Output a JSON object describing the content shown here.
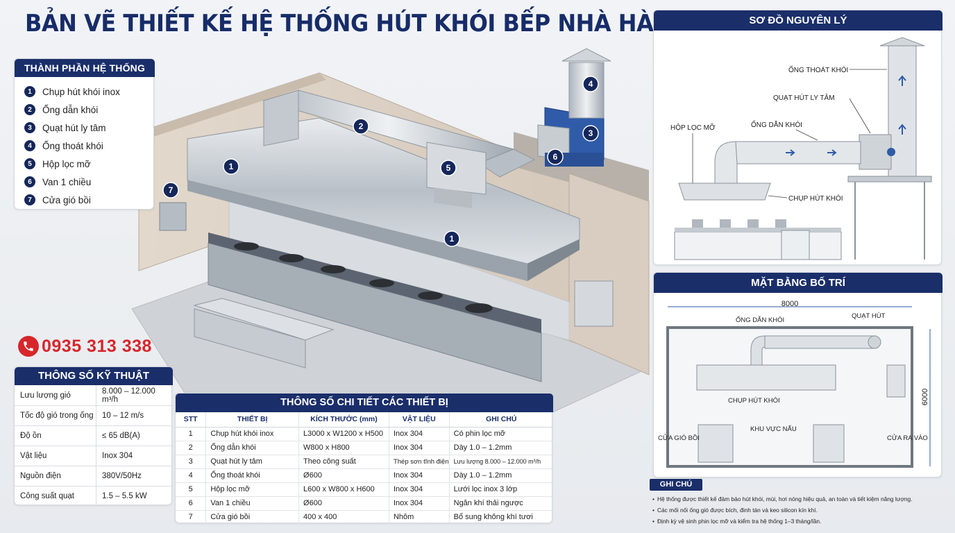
{
  "title": "BẢN VẼ THIẾT KẾ HỆ THỐNG HÚT KHÓI BẾP NHÀ HÀNG",
  "components": {
    "heading": "THÀNH PHẦN HỆ THỐNG",
    "items": [
      {
        "num": "1",
        "label": "Chụp hút khói inox"
      },
      {
        "num": "2",
        "label": "Ống dẫn khói"
      },
      {
        "num": "3",
        "label": "Quạt hút ly tâm"
      },
      {
        "num": "4",
        "label": "Ống thoát khói"
      },
      {
        "num": "5",
        "label": "Hộp lọc mỡ"
      },
      {
        "num": "6",
        "label": "Van 1 chiều"
      },
      {
        "num": "7",
        "label": "Cửa gió bồi"
      }
    ]
  },
  "phone": "0935 313 338",
  "specs": {
    "heading": "THÔNG SỐ KỸ THUẬT",
    "rows": [
      {
        "key": "Lưu lượng gió",
        "value": "8.000 – 12.000 m³/h"
      },
      {
        "key": "Tốc độ gió trong ống",
        "value": "10 – 12 m/s"
      },
      {
        "key": "Độ ồn",
        "value": "≤ 65 dB(A)"
      },
      {
        "key": "Vật liệu",
        "value": "Inox 304"
      },
      {
        "key": "Nguồn điện",
        "value": "380V/50Hz"
      },
      {
        "key": "Công suất quạt",
        "value": "1.5 – 5.5 kW"
      }
    ]
  },
  "detail_table": {
    "heading": "THÔNG SỐ CHI TIẾT CÁC THIẾT BỊ",
    "columns": [
      "STT",
      "THIẾT BỊ",
      "KÍCH THƯỚC (mm)",
      "VẬT LIỆU",
      "GHI CHÚ"
    ],
    "rows": [
      [
        "1",
        "Chụp hút khói inox",
        "L3000 x W1200 x H500",
        "Inox 304",
        "Có phin lọc mỡ"
      ],
      [
        "2",
        "Ống dẫn khói",
        "W800 x H800",
        "Inox 304",
        "Dày 1.0 – 1.2mm"
      ],
      [
        "3",
        "Quạt hút ly tâm",
        "Theo công suất",
        "Thép sơn tĩnh điện",
        "Lưu lượng 8.000 – 12.000 m³/h"
      ],
      [
        "4",
        "Ống thoát khói",
        "Ø600",
        "Inox 304",
        "Dày 1.0 – 1.2mm"
      ],
      [
        "5",
        "Hộp lọc mỡ",
        "L600 x W800 x H600",
        "Inox 304",
        "Lưới lọc inox 3 lớp"
      ],
      [
        "6",
        "Van 1 chiều",
        "Ø600",
        "Inox 304",
        "Ngăn khí thải ngược"
      ],
      [
        "7",
        "Cửa gió bồi",
        "400 x 400",
        "Nhôm",
        "Bổ sung không khí tươi"
      ]
    ]
  },
  "main_markers": [
    "1",
    "2",
    "3",
    "4",
    "5",
    "6",
    "7",
    "1"
  ],
  "schematic": {
    "heading": "SƠ ĐỒ NGUYÊN LÝ",
    "labels": {
      "exhaust": "ỐNG THOÁT KHÓI",
      "fan": "QUẠT HÚT LY TÂM",
      "filter": "HỘP LỌC MỠ",
      "duct": "ỐNG DẪN KHÓI",
      "hood": "CHỤP HÚT KHÓI"
    }
  },
  "layout_plan": {
    "heading": "MẶT BẰNG BỐ TRÍ",
    "width_dim": "8000",
    "height_dim": "6000",
    "labels": {
      "duct": "ỐNG DẪN KHÓI",
      "fan": "QUẠT HÚT",
      "hood": "CHỤP HÚT KHÓI",
      "cooking": "KHU VỰC NẤU",
      "supply": "CỬA GIÓ BỒI",
      "exit": "CỬA RA VÀO"
    }
  },
  "notes": {
    "heading": "GHI CHÚ",
    "items": [
      "Hệ thống được thiết kế đảm bảo hút khói, mùi, hơi nóng hiệu quả, an toàn và tiết kiệm năng lượng.",
      "Các mối nối ống gió được bích, đinh tán và keo silicon kín khí.",
      "Định kỳ vệ sinh phin lọc mỡ và kiểm tra hệ thống 1–3 tháng/lần."
    ]
  },
  "colors": {
    "navy": "#1a2e6a",
    "red": "#d7262b",
    "steel": "#c9ced4"
  }
}
